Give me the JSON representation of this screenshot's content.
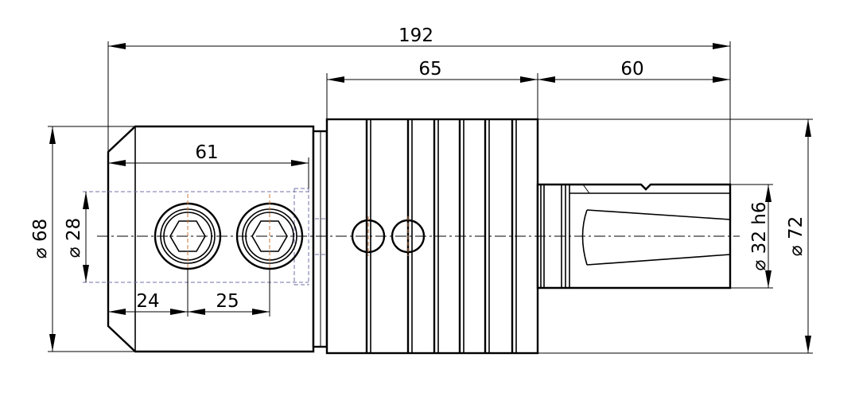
{
  "drawing": {
    "overall_length": "192",
    "clamp_ring_length": "65",
    "shank_length": "60",
    "bore_depth": "61",
    "screw_pos_1": "24",
    "screw_pos_2": "25",
    "dia_body": "68",
    "dia_bore": "28",
    "dia_shank": "32",
    "shank_tol": "h6",
    "dia_ring": "72",
    "diameter_symbol": "⌀"
  },
  "colors": {
    "line": "#000000",
    "hidden_line": "#7070a8",
    "center_mark": "#c8783c",
    "background": "#ffffff"
  }
}
